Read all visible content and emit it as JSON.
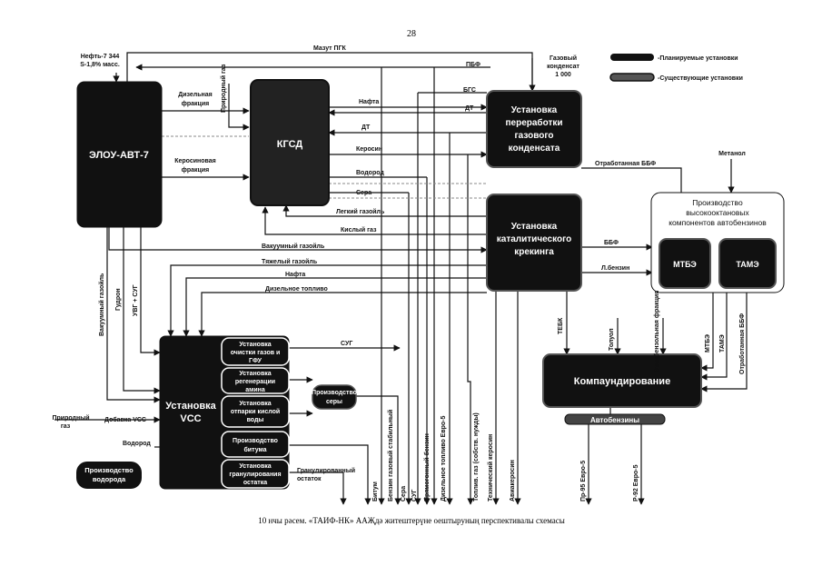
{
  "page_number": "28",
  "caption": "10 нчы рәсем. «ТАИФ-НК» ААҖдә житештерүне оештыруның перспективалы схемасы",
  "legend": {
    "planned": "-Планируемые установки",
    "existing": "-Существующие установки"
  },
  "inputs": {
    "oil_line1": "Нефть-7 344",
    "oil_line2": "S-1,8% масс.",
    "condensate_line1": "Газовый",
    "condensate_line2": "конденсат",
    "condensate_line3": "1 000",
    "methanol": "Метанол",
    "natural_gas_line1": "Природный",
    "natural_gas_line2": "газ",
    "vcc_additive": "Добавка VCC"
  },
  "units": {
    "elou": "ЭЛОУ-АВТ-7",
    "kgsd": "КГСД",
    "gas_cond_line1": "Установка",
    "gas_cond_line2": "переработки",
    "gas_cond_line3": "газового",
    "gas_cond_line4": "конденсата",
    "cat_line1": "Установка",
    "cat_line2": "каталитического",
    "cat_line3": "крекинга",
    "octane_line1": "Производство",
    "octane_line2": "высокооктановых",
    "octane_line3": "компонентов автобензинов",
    "mtbe": "МТБЭ",
    "tame": "ТАМЭ",
    "compounding": "Компаундирование",
    "autobenzine": "Автобензины",
    "vcc_line1": "Установка",
    "vcc_line2": "VCC",
    "gas_clean_line1": "Установка",
    "gas_clean_line2": "очистки газов и",
    "gas_clean_line3": "ГФУ",
    "amine_line1": "Установка",
    "amine_line2": "регенерации",
    "amine_line3": "амина",
    "sour_line1": "Установка",
    "sour_line2": "отпарки кислой",
    "sour_line3": "воды",
    "bitumen_line1": "Производство",
    "bitumen_line2": "битума",
    "granul_line1": "Установка",
    "granul_line2": "гранулирования",
    "granul_line3": "остатка",
    "sulfur_line1": "Производство",
    "sulfur_line2": "серы",
    "hydrogen_line1": "Производство",
    "hydrogen_line2": "водорода"
  },
  "flows": {
    "mazut": "Мазут ПГК",
    "pbf": "ПБФ",
    "bgs": "БГС",
    "dt_short": "ДТ",
    "diesel_line1": "Дизельная",
    "diesel_line2": "фракция",
    "kerosene_frac_line1": "Керосиновая",
    "kerosene_frac_line2": "фракция",
    "natural_gas_vertical": "Природный газ",
    "nafta": "Нафта",
    "dt": "ДТ",
    "kerosin": "Керосин",
    "vodorod": "Водород",
    "sera": "Сера",
    "light_gasoil": "Легкий газойль",
    "acid_gas": "Кислый газ",
    "spent_bbf": "Отработанная ББФ",
    "vacuum_gasoil": "Вакуумный газойль",
    "heavy_gasoil": "Тяжелый газойль",
    "nafta2": "Нафта",
    "diesel_fuel": "Дизельное топливо",
    "bbf": "ББФ",
    "l_benzin": "Л.бензин",
    "tebk": "ТЕБК",
    "toluene": "Толуол",
    "ethylbenzene": "Этилбензольная фракция",
    "mtbe_v": "МТБЭ",
    "tame_v": "ТАМЭ",
    "spent_bbf_v": "Отработанная ББФ",
    "vacuum_gasoil_v": "Вакуумный газойль",
    "gudron": "Гудрон",
    "uvg_sug": "УВГ + СУГ",
    "sug": "СУГ",
    "vodorod_in": "Водород",
    "granulated_line1": "Гранулированный",
    "granulated_line2": "остаток"
  },
  "products": [
    "Битум",
    "Бензин газовый стабильный",
    "Сера",
    "СУГ",
    "Прямогонный бензин",
    "Дизельное топливо Евро-5",
    "Топлив. газ (собств. нужды)",
    "Технический керосин",
    "Авиакеросин",
    "Пр-95 Евро-5",
    "Р-92 Евро-5"
  ]
}
